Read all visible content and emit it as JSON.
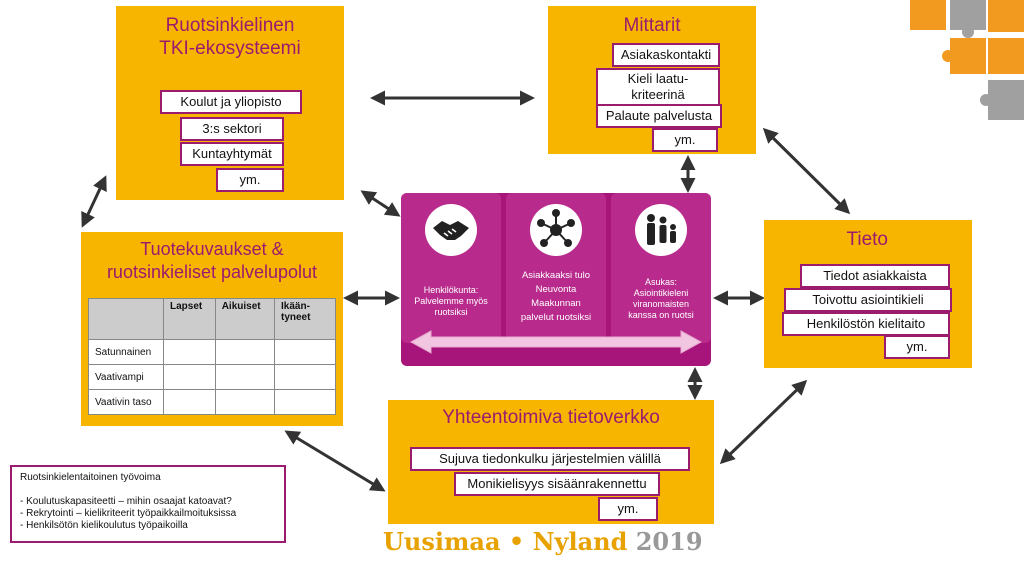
{
  "tki": {
    "title": "Ruotsinkielinen TKI-ekosysteemi",
    "items": [
      "Koulut ja yliopisto",
      "3:s sektori",
      "Kuntayhtymät",
      "ym."
    ]
  },
  "mittarit": {
    "title": "Mittarit",
    "items": [
      "Asiakaskontakti",
      "Kieli laatu-kriteerinä",
      "Palaute palvelusta",
      "ym."
    ]
  },
  "tieto": {
    "title": "Tieto",
    "items": [
      "Tiedot asiakkaista",
      "Toivottu asiointikieli",
      "Henkilöstön kielitaito",
      "ym."
    ]
  },
  "tuote": {
    "title": "Tuotekuvaukset & ruotsinkieliset palvelupolut",
    "table": {
      "headers": [
        "",
        "Lapset",
        "Aikuiset",
        "Ikään-tyneet"
      ],
      "rows": [
        "Satunnainen",
        "Vaativampi",
        "Vaativin taso"
      ]
    }
  },
  "verkko": {
    "title": "Yhteentoimiva tietoverkko",
    "items": [
      "Sujuva tiedonkulku järjestelmien välillä",
      "Monikielisyys sisäänrakennettu",
      "ym."
    ]
  },
  "center": {
    "columns": [
      {
        "icon": "handshake-icon",
        "text": "Henkilökunta: Palvelemme myös ruotsiksi"
      },
      {
        "icon": "network-icon",
        "text": "Asiakkaaksi tulo Neuvonta Maakunnan palvelut ruotsiksi"
      },
      {
        "icon": "family-icon",
        "text": "Asukas: Asiointikieleni viranomaisten kanssa on ruotsi"
      }
    ]
  },
  "note": {
    "title": "Ruotsinkielentaitoinen työvoima",
    "lines": [
      "- Koulutuskapasiteetti – mihin osaajat katoavat?",
      "- Rekrytointi – kielikriteerit työpaikkailmoituksissa",
      "- Henkilsötön kielikoulutus työpaikoilla"
    ]
  },
  "brand": {
    "name": "Uusimaa",
    "sep": "•",
    "name2": "Nyland",
    "year": "2019"
  },
  "colors": {
    "panel": "#f7b500",
    "accent": "#9b1b6f",
    "center": "#a8157a",
    "brand": "#e8a200",
    "year": "#999999"
  }
}
